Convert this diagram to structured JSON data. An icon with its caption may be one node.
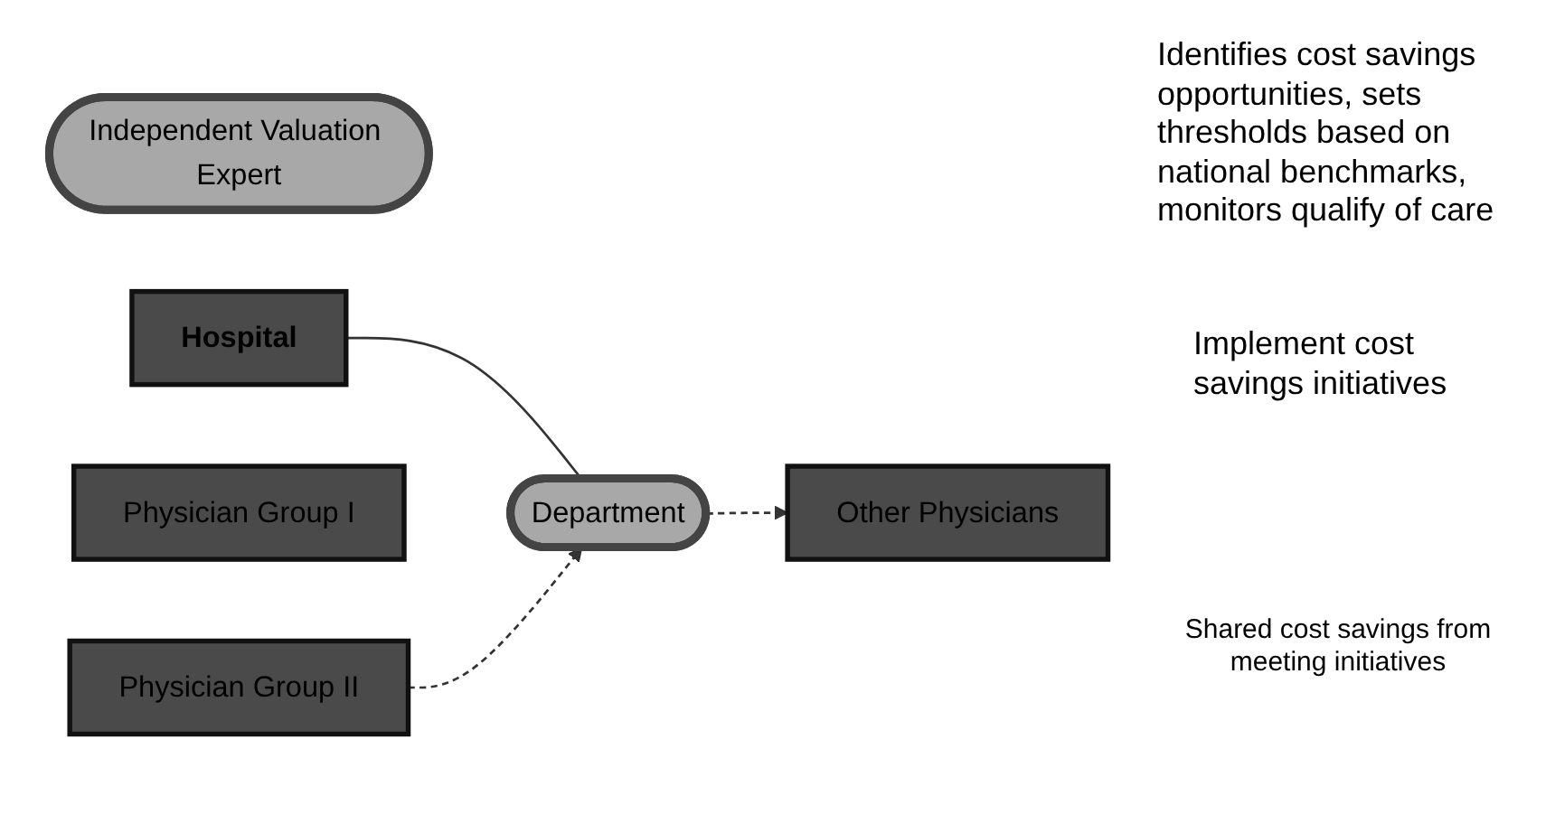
{
  "diagram": {
    "nodes": [
      {
        "text": [
          "Independent Valuation Expert"
        ]
      },
      {
        "text": [
          "Hospital"
        ]
      },
      {
        "text": [
          "Physician Group I"
        ]
      },
      {
        "text": [
          "Physician Group II"
        ]
      },
      {
        "text": [
          "Other Physicians"
        ]
      },
      {
        "text": [
          "Department"
        ]
      }
    ],
    "edges": [
      {
        "from": 1,
        "to": 5,
        "arrow": "none"
      },
      {
        "from": 3,
        "to": 5,
        "arrow": "to",
        "style": "dashed"
      },
      {
        "from": 5,
        "to": 4,
        "arrow": "to",
        "style": "dashed"
      }
    ],
    "labels": [
      "Identifies cost savings opportunities, sets thresholds based on national benchmarks, monitors qualify of care",
      "Implement cost savings initiatives",
      "Shared cost savings from meeting initiatives"
    ]
  }
}
